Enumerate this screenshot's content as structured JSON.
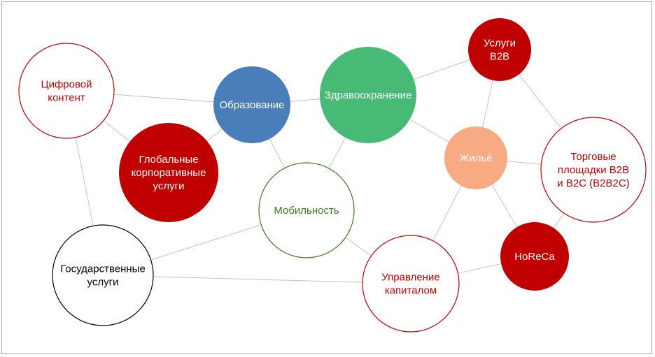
{
  "diagram": {
    "nodes": [
      {
        "id": "digital",
        "lines": [
          "Цифровой",
          "контент"
        ],
        "style": "outline",
        "color": "#c00000"
      },
      {
        "id": "education",
        "lines": [
          "Образование"
        ],
        "style": "filled",
        "color": "#4a7ebb"
      },
      {
        "id": "health",
        "lines": [
          "Здравоохранение"
        ],
        "style": "filled",
        "color": "#47bb76"
      },
      {
        "id": "b2b",
        "lines": [
          "Услуги",
          "B2B"
        ],
        "style": "filled",
        "color": "#c00000"
      },
      {
        "id": "global",
        "lines": [
          "Глобальные",
          "корпоративные",
          "услуги"
        ],
        "style": "filled",
        "color": "#c00000"
      },
      {
        "id": "housing",
        "lines": [
          "Жильё"
        ],
        "style": "filled",
        "color": "#f8aa82"
      },
      {
        "id": "marketplaces",
        "lines": [
          "Торговые",
          "площадки B2B",
          "и B2C (B2B2C)"
        ],
        "style": "outline",
        "color": "#c00000"
      },
      {
        "id": "mobility",
        "lines": [
          "Мобильность"
        ],
        "style": "outline",
        "color": "#3a7d1f"
      },
      {
        "id": "gov",
        "lines": [
          "Государственные",
          "услуги"
        ],
        "style": "outline",
        "color": "#000000"
      },
      {
        "id": "capital",
        "lines": [
          "Управление",
          "капиталом"
        ],
        "style": "outline",
        "color": "#c00000"
      },
      {
        "id": "horeca",
        "lines": [
          "HoReCa"
        ],
        "style": "filled",
        "color": "#c00000"
      }
    ],
    "edges": [
      [
        "digital",
        "education"
      ],
      [
        "digital",
        "global"
      ],
      [
        "digital",
        "gov"
      ],
      [
        "education",
        "global"
      ],
      [
        "education",
        "mobility"
      ],
      [
        "education",
        "health"
      ],
      [
        "health",
        "mobility"
      ],
      [
        "health",
        "housing"
      ],
      [
        "health",
        "b2b"
      ],
      [
        "b2b",
        "housing"
      ],
      [
        "b2b",
        "marketplaces"
      ],
      [
        "housing",
        "marketplaces"
      ],
      [
        "housing",
        "horeca"
      ],
      [
        "housing",
        "capital"
      ],
      [
        "marketplaces",
        "horeca"
      ],
      [
        "horeca",
        "capital"
      ],
      [
        "mobility",
        "gov"
      ],
      [
        "mobility",
        "capital"
      ],
      [
        "gov",
        "capital"
      ]
    ]
  }
}
